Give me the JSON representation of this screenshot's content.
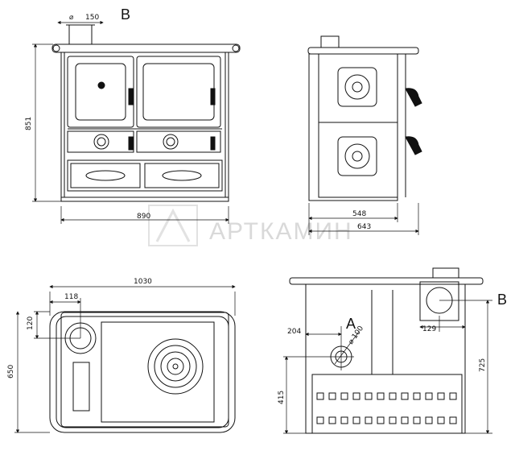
{
  "front_view": {
    "dim_diameter_symbol": "⌀",
    "dim_flue": "150",
    "dim_height": "851",
    "dim_width": "890",
    "label_b": "B"
  },
  "side_view": {
    "dim_depth_body": "548",
    "dim_depth_total": "643"
  },
  "top_view": {
    "dim_width": "1030",
    "dim_flue_x": "118",
    "dim_flue_y": "120",
    "dim_depth": "650"
  },
  "rear_view": {
    "label_a": "A",
    "label_b": "B",
    "dim_rear_flue_diameter": "⌀ 100",
    "dim_rear_flue_x": "204",
    "dim_rear_flue_height": "415",
    "dim_top_flue_offset": "129",
    "dim_top_flue_height": "725"
  },
  "watermark": "АРТКАМИН"
}
